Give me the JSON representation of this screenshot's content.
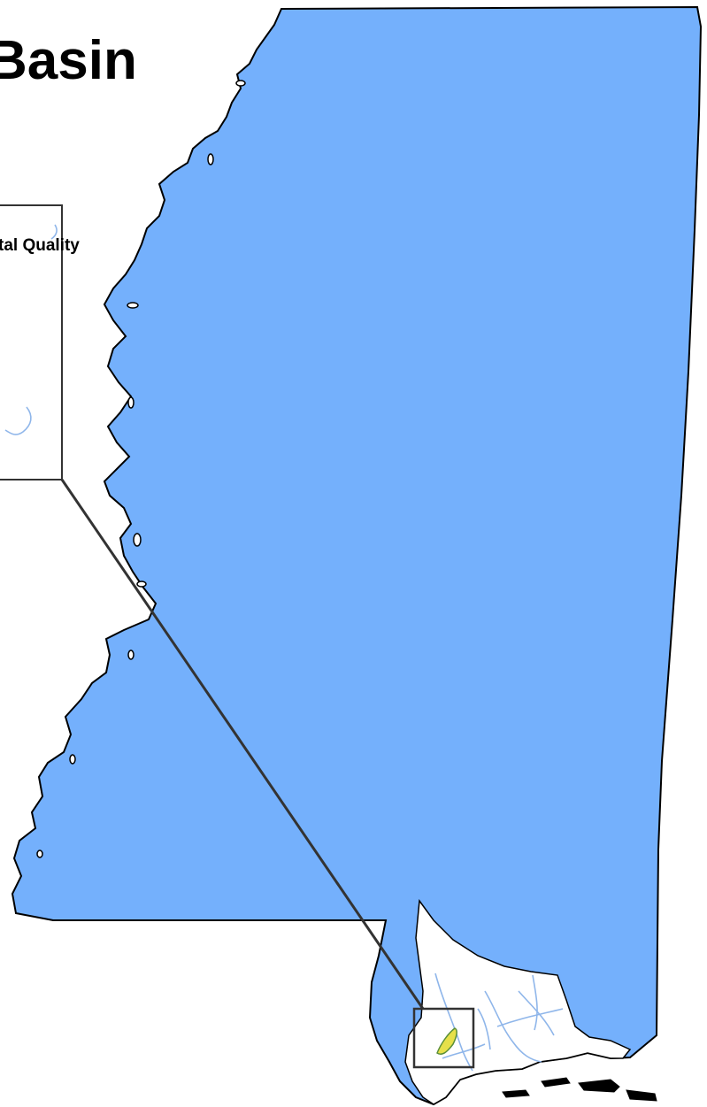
{
  "map": {
    "title": "Basin",
    "agency_label": "tal Quality",
    "colors": {
      "state_fill": "#74b0fc",
      "basin_fill": "#ffffff",
      "outline": "#000000",
      "stream": "#8fb6ea",
      "highlight_fill": "#e6e04a",
      "highlight_stroke": "#5a8f3a",
      "inset_frame": "#333333",
      "leader_line": "#333333"
    },
    "icons": {
      "state": "state-outline-shape",
      "basin": "watershed-basin-shape",
      "highlight": "waterbody-highlight-shape"
    }
  }
}
